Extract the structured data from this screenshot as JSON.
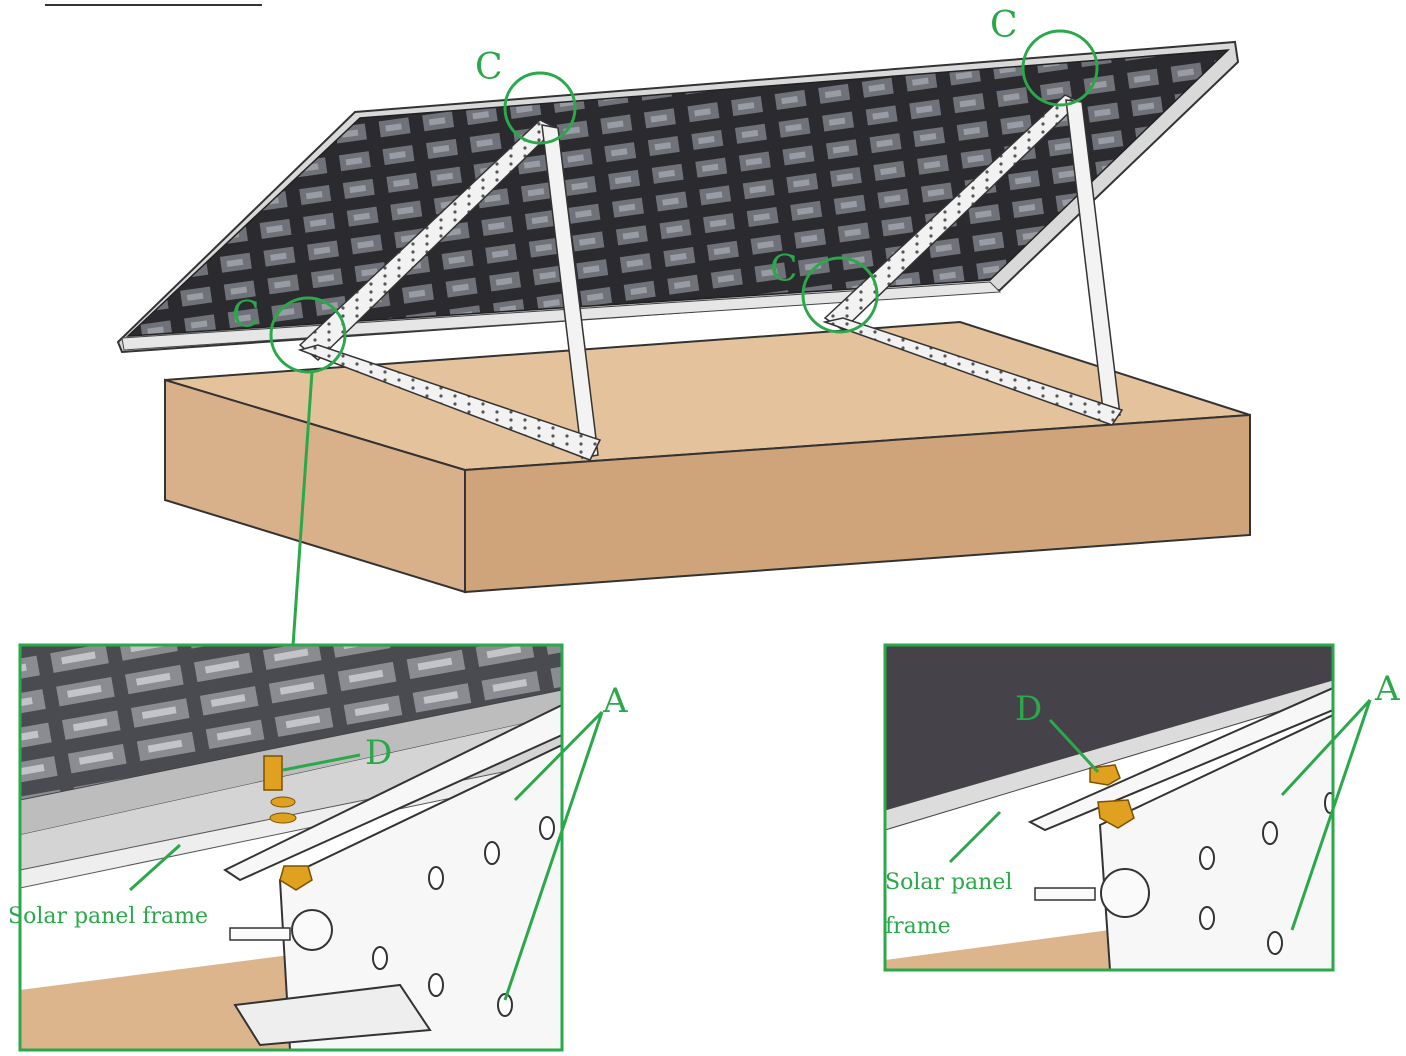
{
  "labels": {
    "c_top_left": "C",
    "c_top_right": "C",
    "c_mid_left": "C",
    "c_mid_right": "C",
    "a_left": "A",
    "a_right": "A",
    "d_left": "D",
    "d_right": "D",
    "frame_left": "Solar panel frame",
    "frame_right_line1": "Solar panel",
    "frame_right_line2": "frame"
  },
  "colors": {
    "callout": "#2aa84a",
    "panel_dark": "#2b2b2f",
    "panel_cell": "#6e7076",
    "base": "#dcb58d",
    "base_side": "#c89a6e",
    "bracket": "#f4f4f4",
    "nut": "#e0a020"
  }
}
